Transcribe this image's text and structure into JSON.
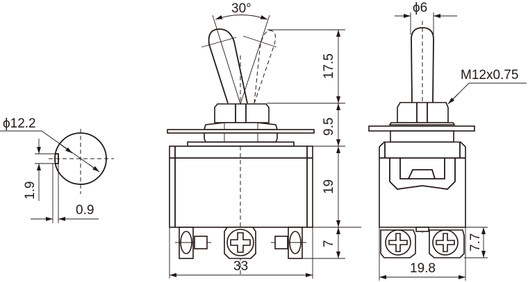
{
  "title": "Toggle switch dimensional drawing",
  "colors": {
    "line": "#231815",
    "background": "#ffffff"
  },
  "panel_cutout": {
    "diameter_label": "ϕ12.2",
    "key_height_label": "1.9",
    "key_width_label": "0.9"
  },
  "front_view": {
    "angle_label": "30°",
    "lever_height_label": "17.5",
    "bushing_height_label": "9.5",
    "body_height_label": "19",
    "terminal_height_label": "7",
    "width_label": "33"
  },
  "side_view": {
    "lever_diameter_label": "ϕ6",
    "thread_label": "M12x0.75",
    "terminal_height_label": "7.7",
    "width_label": "19.8"
  }
}
